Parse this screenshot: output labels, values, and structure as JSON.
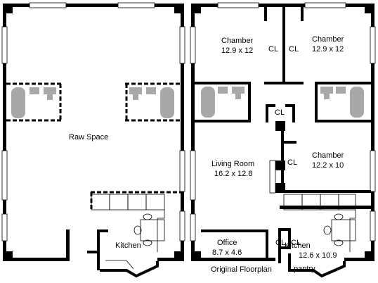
{
  "left_plan": {
    "rooms": {
      "raw_space": "Raw Space",
      "kitchen": "Kitchen"
    }
  },
  "right_plan": {
    "caption": "Original Floorplan",
    "rooms": {
      "chamber_left": {
        "name": "Chamber",
        "size": "12.9 x 12"
      },
      "chamber_right": {
        "name": "Chamber",
        "size": "12.9 x 12"
      },
      "chamber_mid": {
        "name": "Chamber",
        "size": "12.2 x 10"
      },
      "living_room": {
        "name": "Living Room",
        "size": "16.2 x 12.8"
      },
      "office": {
        "name": "Office",
        "size": "8.7 x 4.6"
      },
      "kitchen": {
        "name": "Kitchen",
        "size": "12.6 x 10.9"
      },
      "pantry": "pantry"
    },
    "closets": {
      "top_left": "CL",
      "top_right": "CL",
      "hall": "CL",
      "mid": "CL",
      "bottom_left": "CL",
      "bottom_right": "CL"
    }
  }
}
